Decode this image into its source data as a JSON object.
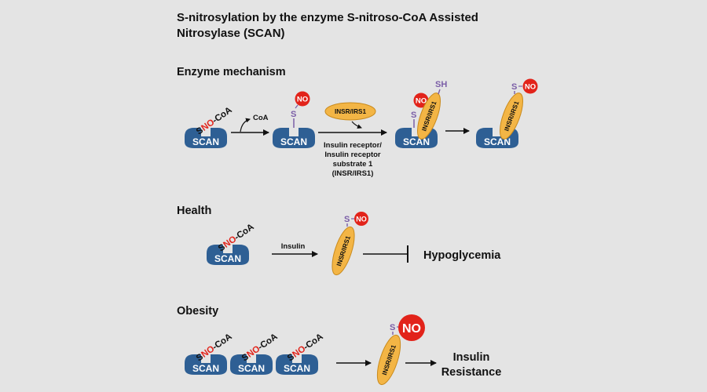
{
  "title_line1": "S-nitrosylation by the enzyme S-nitroso-CoA Assisted",
  "title_line2": "Nitrosylase (SCAN)",
  "sections": {
    "mechanism": "Enzyme mechanism",
    "health": "Health",
    "obesity": "Obesity"
  },
  "labels": {
    "scan": "SCAN",
    "sno_s": "S",
    "sno_no": "NO",
    "sno_coa": "-CoA",
    "coa": "CoA",
    "no": "NO",
    "s": "S",
    "sh": "SH",
    "insr_irs1_pill": "INSR/IRS1",
    "insr_irs1_rot": "INSR/IRS1",
    "insr_desc": [
      "Insulin receptor/",
      "Insulin receptor",
      "substrate 1",
      "(INSR/IRS1)"
    ],
    "insulin": "Insulin",
    "hypoglycemia": "Hypoglycemia",
    "insulin_resistance": [
      "Insulin",
      "Resistance"
    ]
  },
  "colors": {
    "scan_blue": "#2e5f94",
    "orange": "#f3b545",
    "orange_stroke": "#c98a1c",
    "red": "#e2231a",
    "purple": "#7b5ea7",
    "background": "#e4e4e4"
  }
}
